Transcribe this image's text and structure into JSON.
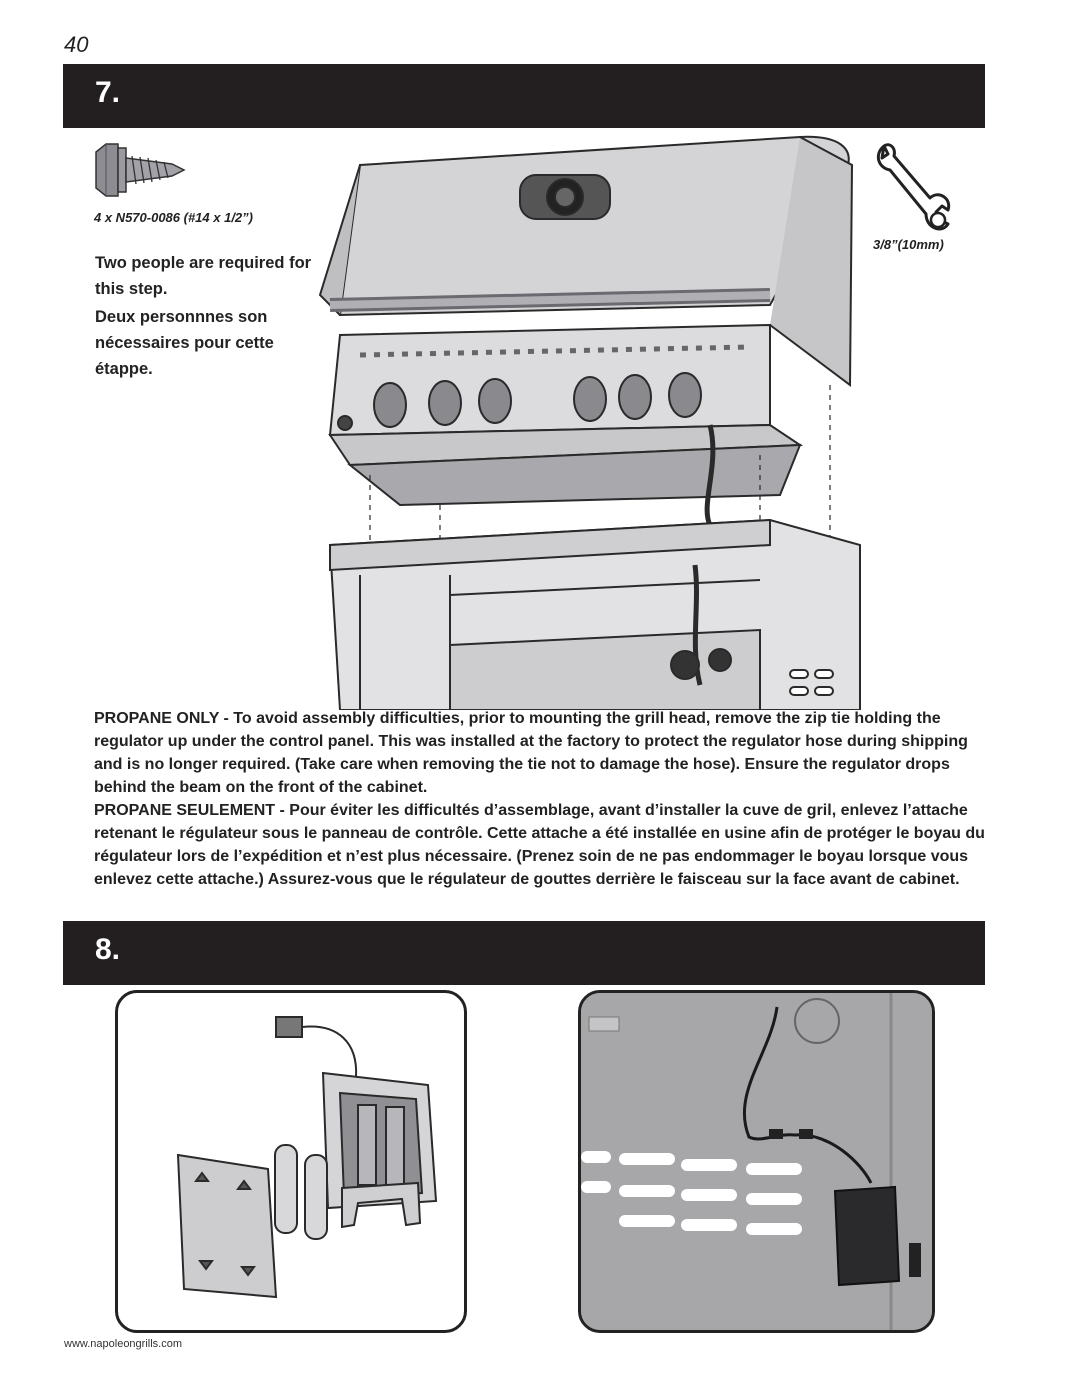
{
  "page": {
    "number": "40"
  },
  "step7": {
    "label": "7.",
    "screw_caption": "4 x N570-0086 (#14 x 1/2”)",
    "wrench_caption": "3/8”(10mm)",
    "people_en": "Two people are required for this step.",
    "people_fr": "Deux personnnes son nécessaires pour cette étappe.",
    "note_en": "PROPANE ONLY - To avoid assembly difficulties, prior to mounting the grill head, remove the zip tie holding the regulator up under the control panel. This was installed at the factory to protect the regulator hose during shipping and is no longer required. (Take care when removing the tie not to damage the hose). Ensure the regulator drops behind the beam on the front of the cabinet.",
    "note_fr": "PROPANE SEULEMENT - Pour éviter les difficultés d’assemblage, avant d’installer la cuve de gril, enlevez l’attache retenant le régulateur sous le panneau de contrôle. Cette attache a été installée en usine afin de protéger le boyau du régulateur lors de l’expédition et n’est plus nécessaire. (Prenez soin de ne pas endommager le boyau lorsque vous enlevez cette attache.) Assurez-vous que le régulateur de gouttes derrière le faisceau sur la face avant de cabinet."
  },
  "step8": {
    "label": "8."
  },
  "footer": {
    "url": "www.napoleongrills.com"
  }
}
